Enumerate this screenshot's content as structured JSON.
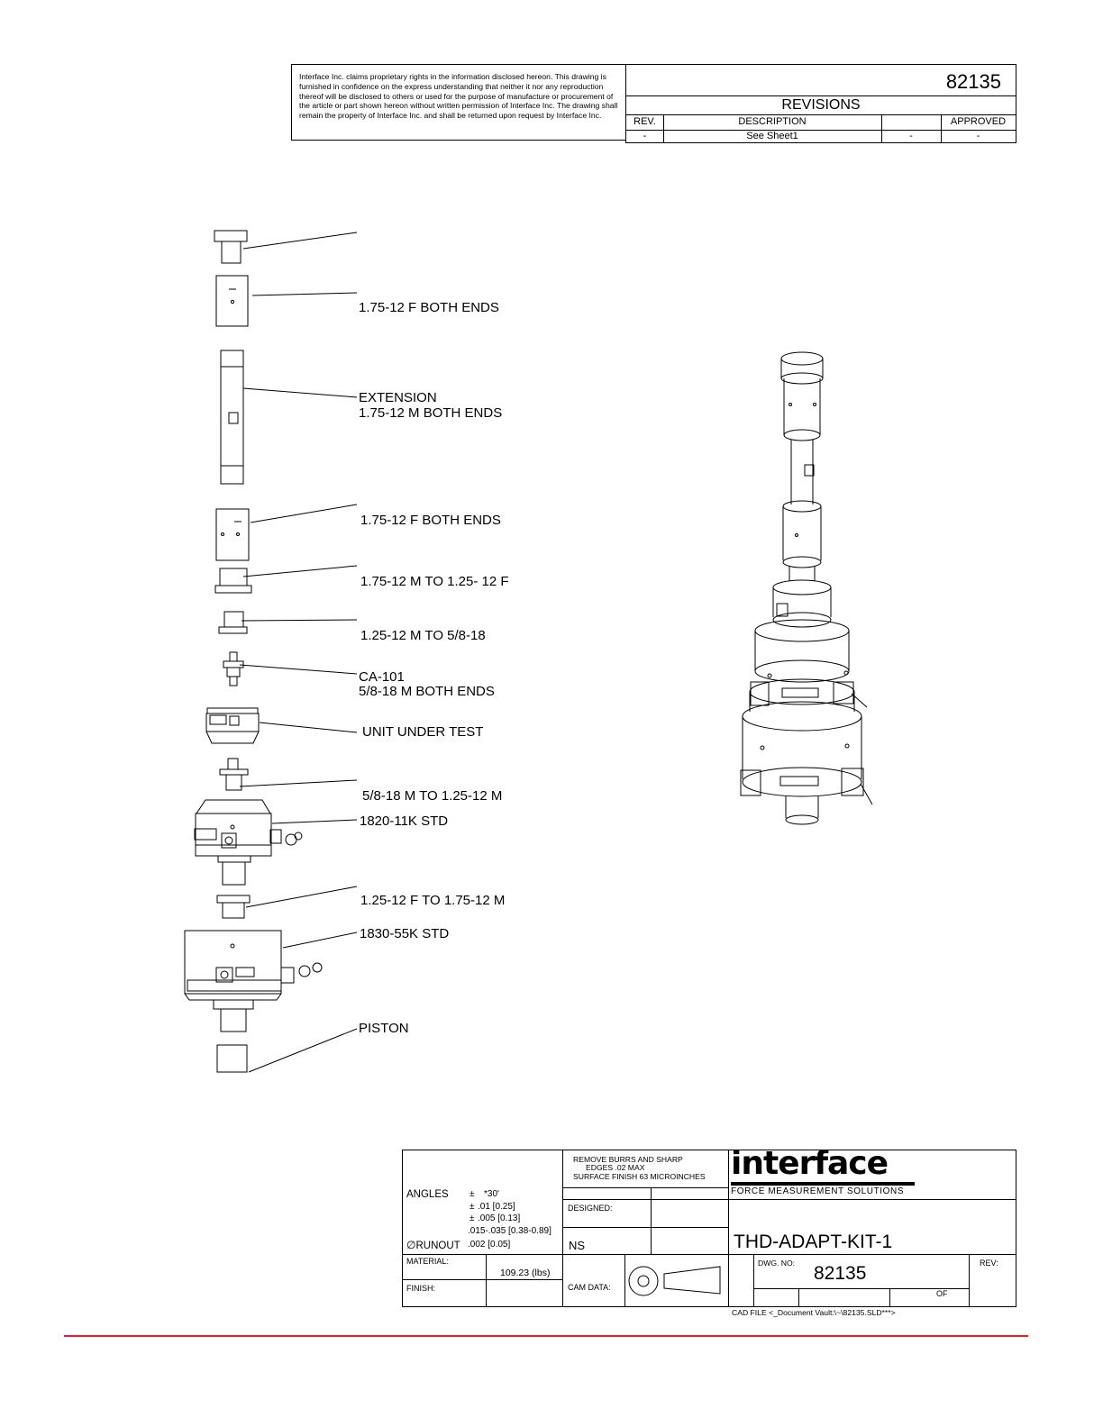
{
  "header": {
    "proprietary_notice": "Interface Inc. claims proprietary rights in the information disclosed hereon.  This drawing is furnished in confidence on the express understanding that neither it nor any reproduction thereof will be disclosed to others or used for the purpose of manufacture or procurement of the article or part shown hereon without written permission of Interface Inc.  The drawing shall remain the property of Interface Inc. and shall be returned upon request by Interface Inc.",
    "drawing_number": "82135",
    "revisions_title": "REVISIONS",
    "col_rev": "REV.",
    "col_description": "DESCRIPTION",
    "col_approved": "APPROVED",
    "row_rev": "-",
    "row_description": "See Sheet1",
    "row_date": "-",
    "row_approved": "-"
  },
  "parts": [
    {
      "line1": "",
      "line2": ""
    },
    {
      "line1": "1.75-12 F BOTH ENDS",
      "line2": ""
    },
    {
      "line1": "EXTENSION",
      "line2": "1.75-12 M BOTH ENDS"
    },
    {
      "line1": "1.75-12 F BOTH ENDS",
      "line2": ""
    },
    {
      "line1": "1.75-12 M TO 1.25- 12 F",
      "line2": ""
    },
    {
      "line1": "1.25-12 M TO 5/8-18",
      "line2": ""
    },
    {
      "line1": "CA-101",
      "line2": "5/8-18 M BOTH ENDS"
    },
    {
      "line1": "UNIT UNDER TEST",
      "line2": ""
    },
    {
      "line1": "5/8-18 M TO 1.25-12 M",
      "line2": ""
    },
    {
      "line1": "1820-11K STD",
      "line2": ""
    },
    {
      "line1": "1.25-12 F TO 1.75-12 M",
      "line2": ""
    },
    {
      "line1": "1830-55K STD",
      "line2": ""
    },
    {
      "line1": "PISTON",
      "line2": ""
    }
  ],
  "title_block": {
    "angles_label": "ANGLES",
    "tol_sym": "±",
    "tol_angles": "*30'",
    "tol_2": ".01 [0.25]",
    "tol_3": ".005 [0.13]",
    "tol_4": ".015-.035 [0.38-0.89]",
    "runout_label": "RUNOUT",
    "runout_value": ".002 [0.05]",
    "notes_line1": "REMOVE BURRS AND SHARP",
    "notes_line2": "EDGES .02 MAX",
    "notes_line3": "SURFACE FINISH 63 MICROINCHES",
    "designed_label": "DESIGNED:",
    "designer": "NS",
    "material_label": "MATERIAL:",
    "weight": "109.23 (lbs)",
    "finish_label": "FINISH:",
    "cam_label": "CAM DATA:",
    "logo_text": "interface",
    "logo_tagline": "FORCE MEASUREMENT SOLUTIONS",
    "title": "THD-ADAPT-KIT-1",
    "dwg_no_label": "DWG.  NO:",
    "dwg_no": "82135",
    "rev_label": "REV:",
    "of_label": "OF",
    "cad_file": "CAD FILE <_Document Vault:\\~\\82135.SLD***>"
  },
  "colors": {
    "footer_rule": "#d9232e",
    "ink": "#000000"
  }
}
